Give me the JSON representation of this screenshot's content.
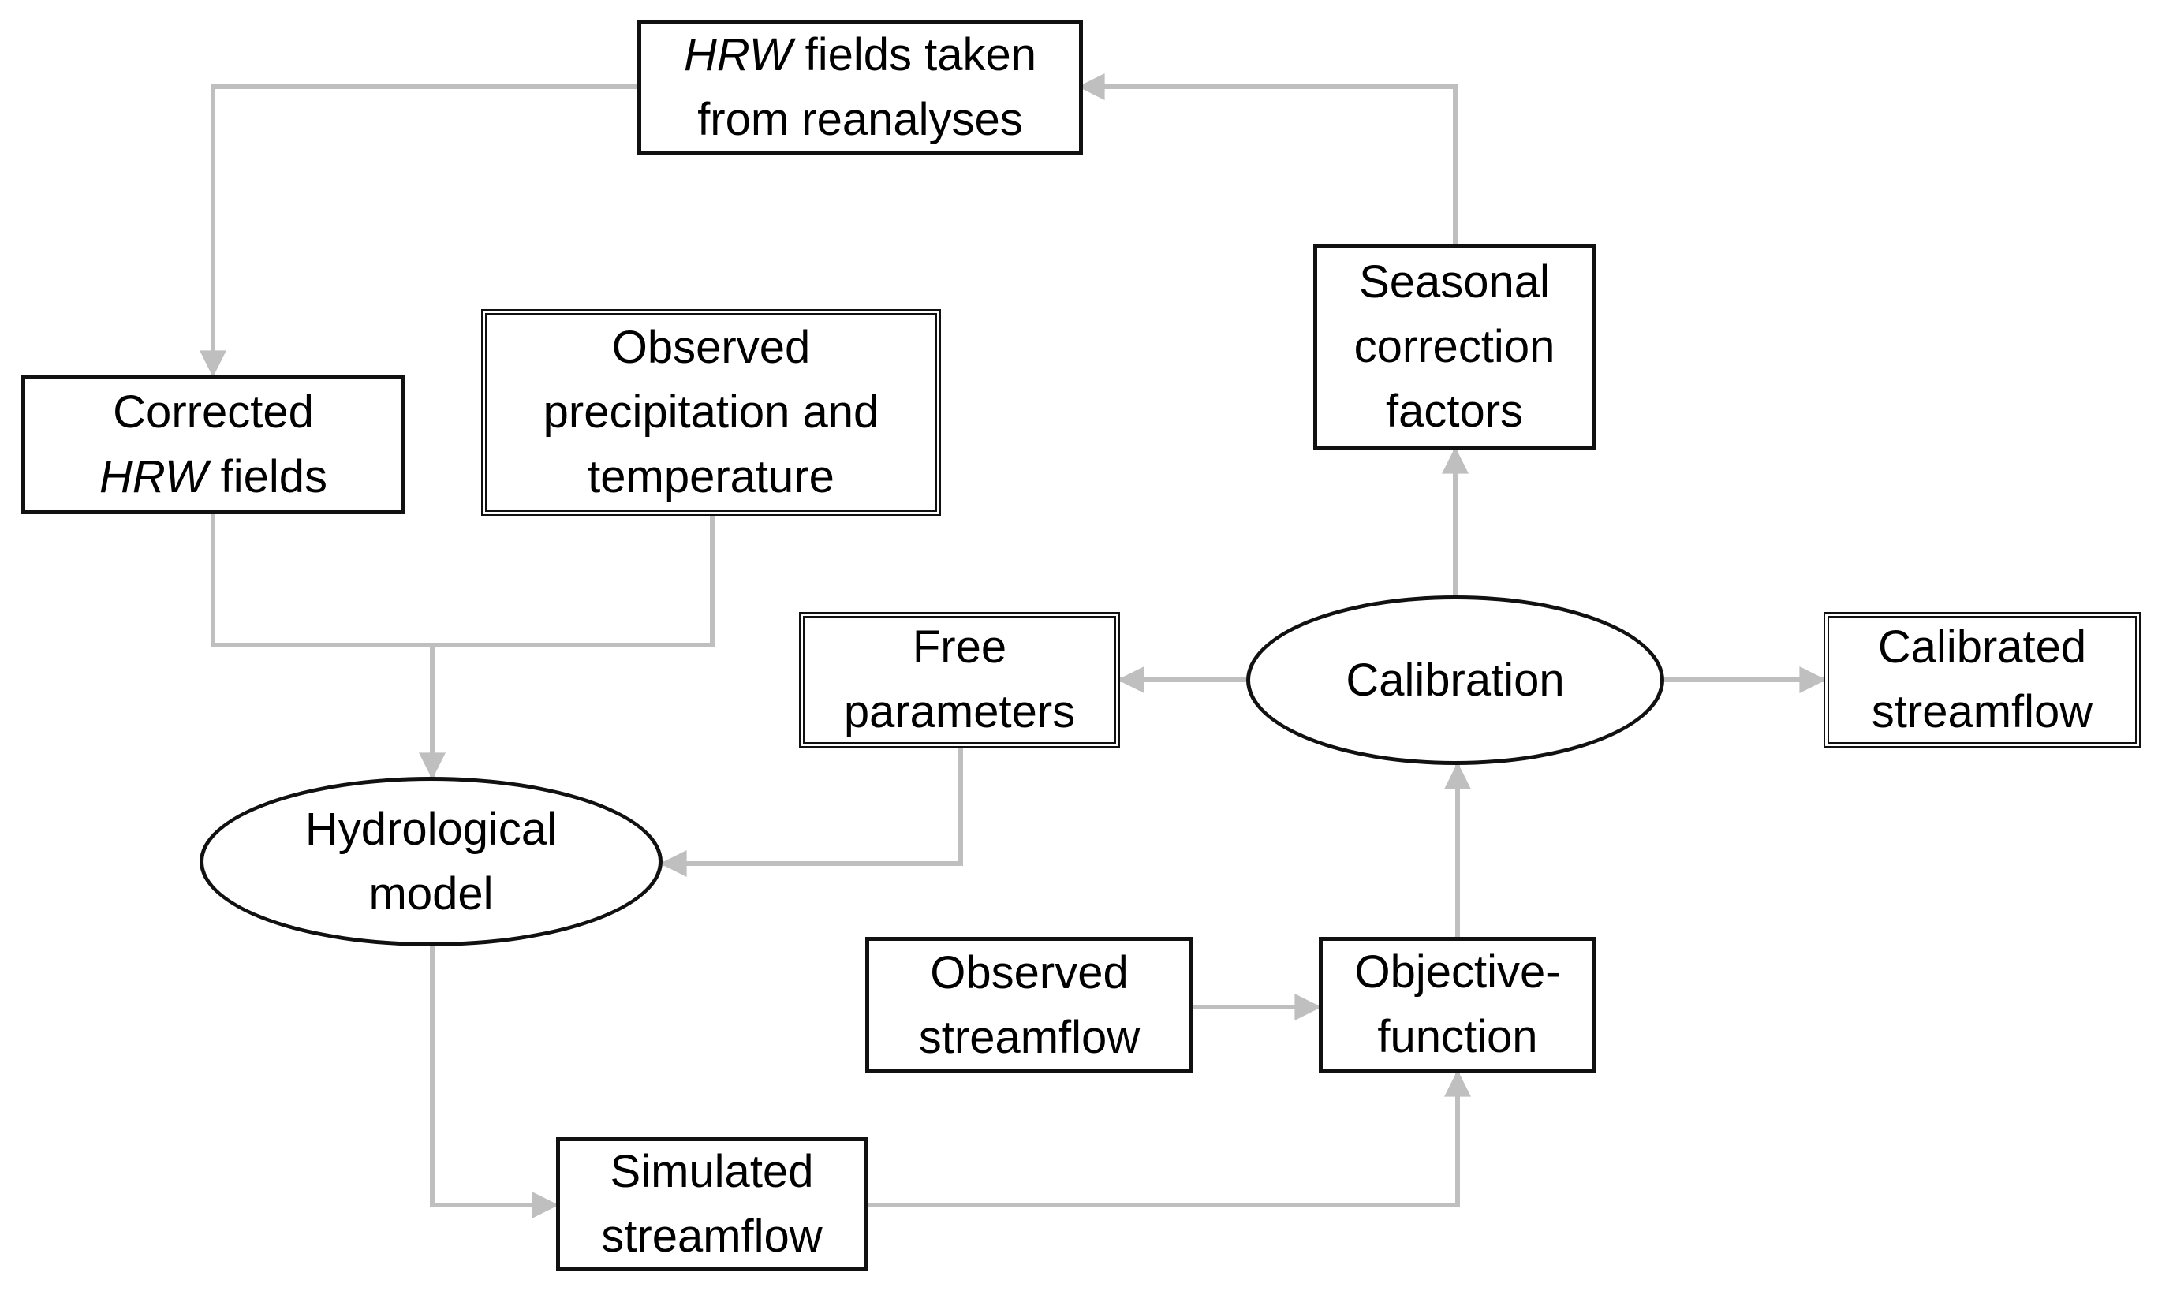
{
  "nodes": {
    "hrw_reanalyses": {
      "italic": "HRW",
      "line1_rest": " fields taken",
      "line2": "from reanalyses"
    },
    "corrected_hrw": {
      "line1": "Corrected",
      "italic": "HRW",
      "line2_rest": " fields"
    },
    "observed_precip": {
      "line1": "Observed",
      "line2": "precipitation and",
      "line3": "temperature"
    },
    "seasonal_factors": {
      "line1": "Seasonal",
      "line2": "correction",
      "line3": "factors"
    },
    "free_parameters": {
      "line1": "Free",
      "line2": "parameters"
    },
    "calibration": {
      "line1": "Calibration"
    },
    "calibrated_streamflow": {
      "line1": "Calibrated",
      "line2": "streamflow"
    },
    "hydrological_model": {
      "line1": "Hydrological",
      "line2": "model"
    },
    "observed_streamflow": {
      "line1": "Observed",
      "line2": "streamflow"
    },
    "objective_function": {
      "line1": "Objective-",
      "line2": "function"
    },
    "simulated_streamflow": {
      "line1": "Simulated",
      "line2": "streamflow"
    }
  },
  "colors": {
    "connector": "#bfbfbf",
    "border": "#111111",
    "background": "#ffffff"
  }
}
